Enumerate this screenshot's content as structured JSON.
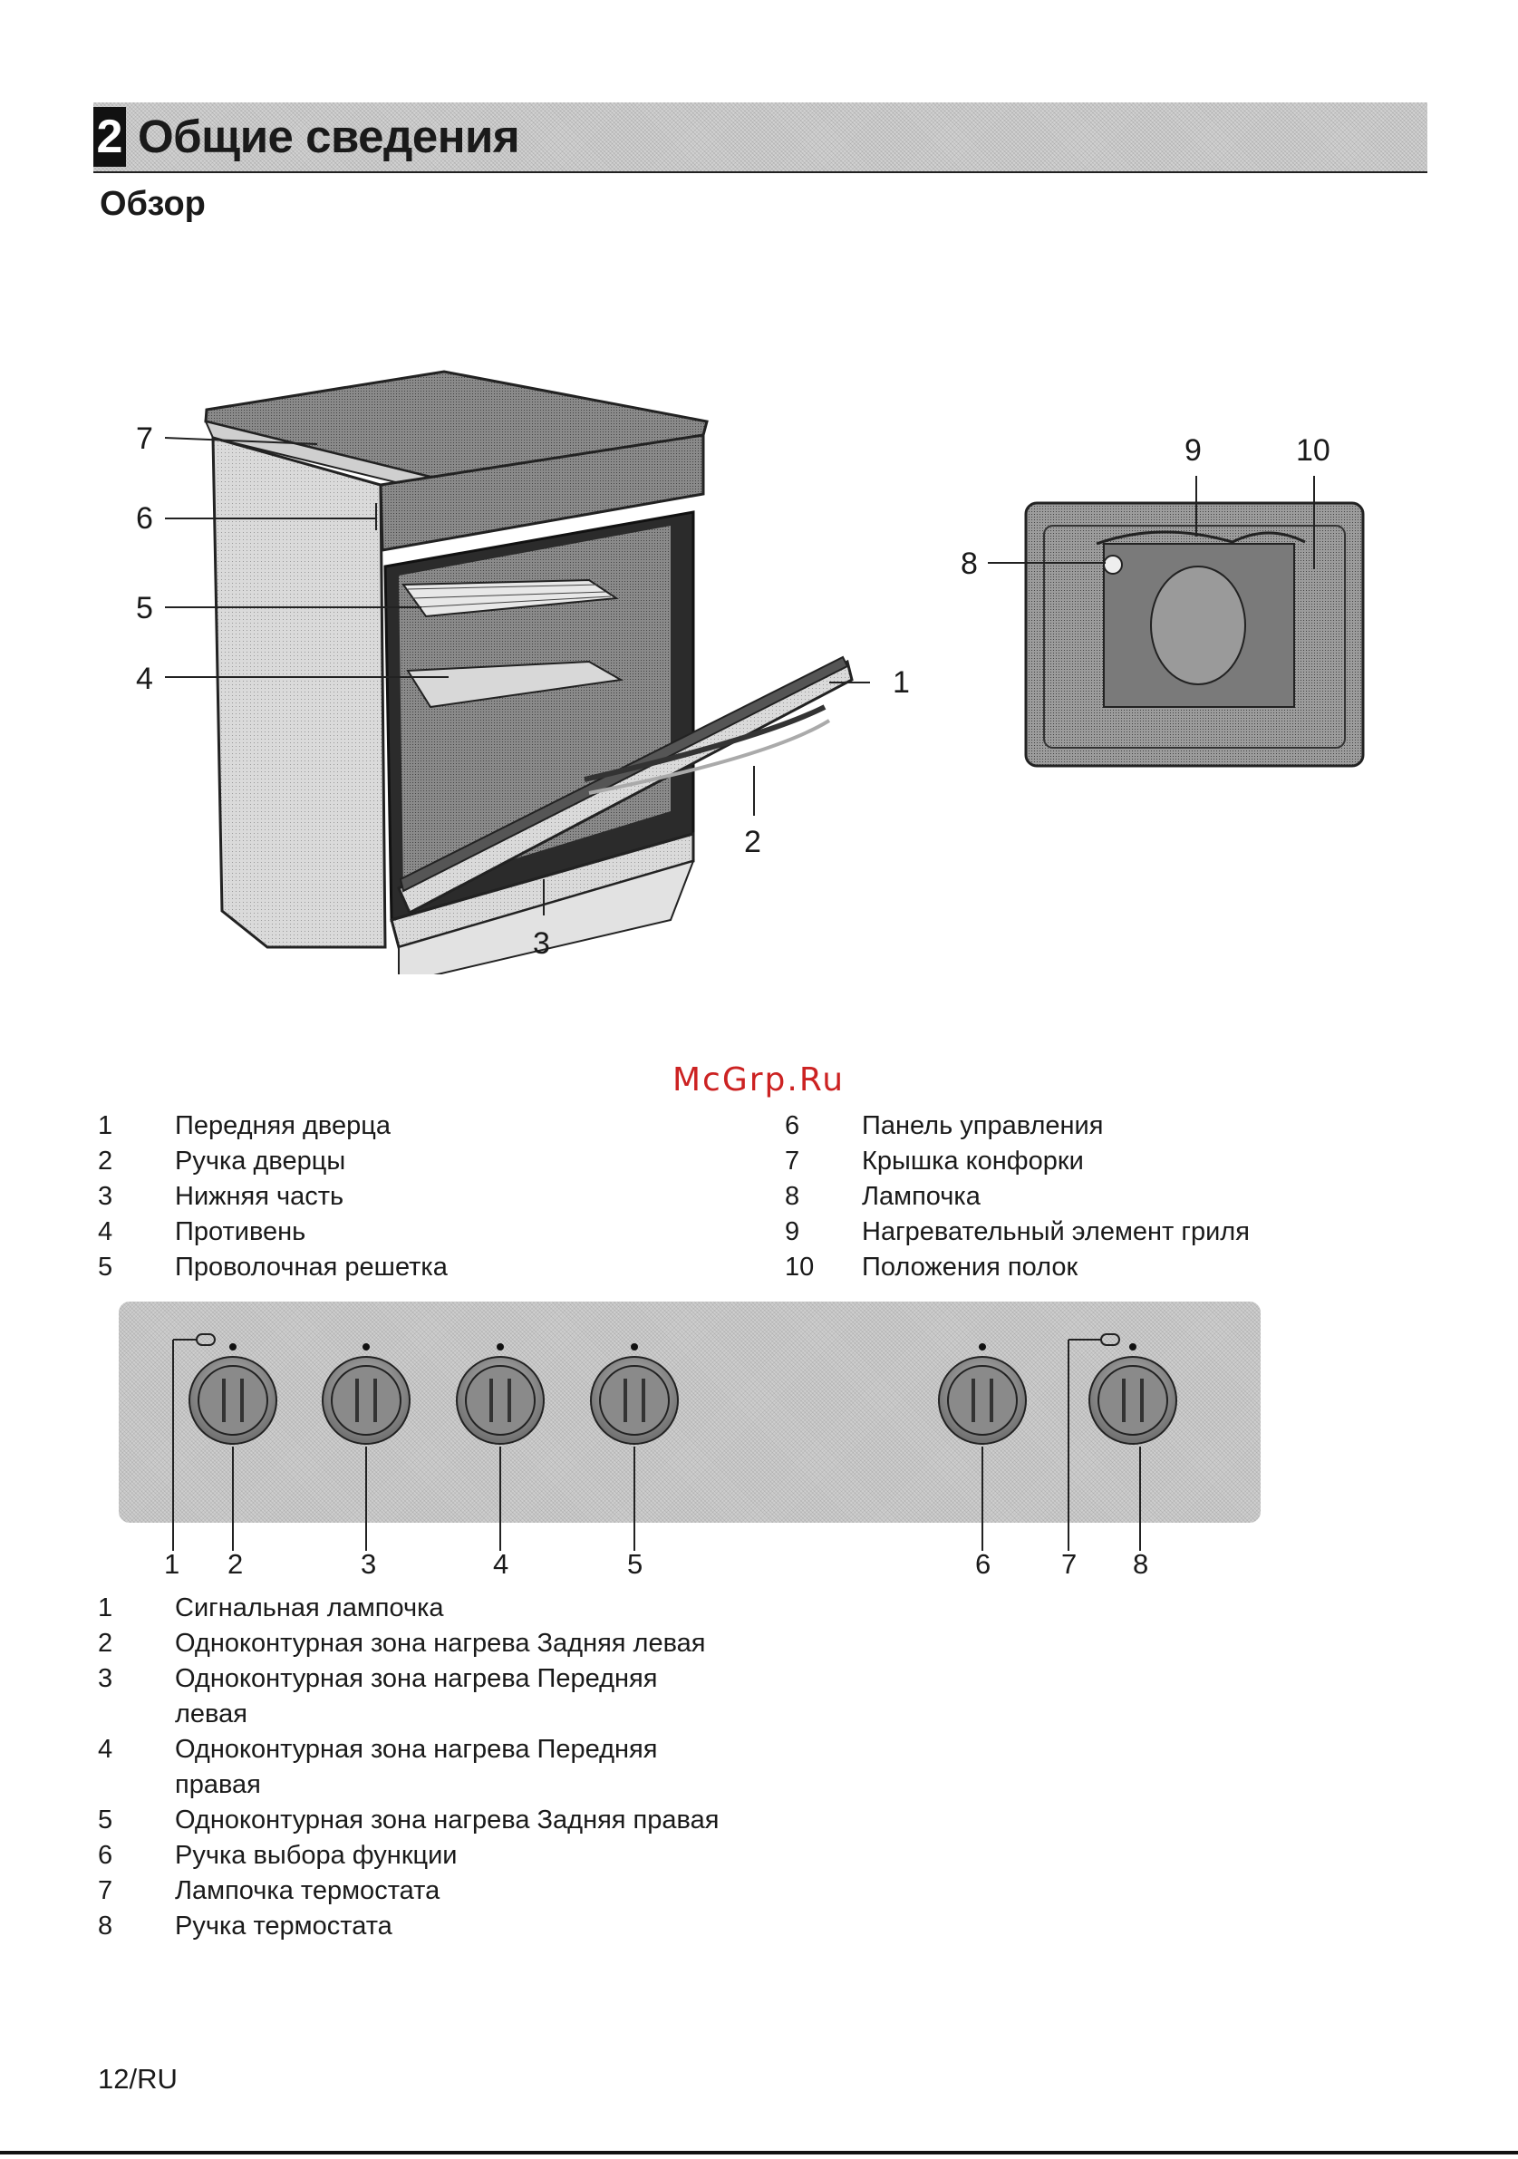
{
  "header": {
    "chapter_number": "2",
    "chapter_title": "Общие сведения"
  },
  "section_title": "Обзор",
  "oven_figure": {
    "callouts": [
      "7",
      "6",
      "5",
      "4",
      "1",
      "2",
      "3"
    ]
  },
  "grill_figure": {
    "callouts": [
      "9",
      "10",
      "8"
    ]
  },
  "watermark": "McGrp.Ru",
  "overview_legend": [
    {
      "num": "1",
      "text": "Передняя дверца"
    },
    {
      "num": "2",
      "text": "Ручка дверцы"
    },
    {
      "num": "3",
      "text": "Нижняя часть"
    },
    {
      "num": "4",
      "text": "Противень"
    },
    {
      "num": "5",
      "text": "Проволочная решетка"
    },
    {
      "num": "6",
      "text": "Панель управления"
    },
    {
      "num": "7",
      "text": "Крышка конфорки"
    },
    {
      "num": "8",
      "text": "Лампочка"
    },
    {
      "num": "9",
      "text": "Нагревательный элемент гриля"
    },
    {
      "num": "10",
      "text": "Положения полок"
    }
  ],
  "control_panel": {
    "callouts": [
      "1",
      "2",
      "3",
      "4",
      "5",
      "6",
      "7",
      "8"
    ]
  },
  "control_legend": [
    {
      "num": "1",
      "lines": [
        "Сигнальная лампочка"
      ]
    },
    {
      "num": "2",
      "lines": [
        "Одноконтурная зона нагрева Задняя левая"
      ]
    },
    {
      "num": "3",
      "lines": [
        "Одноконтурная зона нагрева Передняя",
        "левая"
      ]
    },
    {
      "num": "4",
      "lines": [
        "Одноконтурная зона нагрева Передняя",
        "правая"
      ]
    },
    {
      "num": "5",
      "lines": [
        "Одноконтурная зона нагрева Задняя правая"
      ]
    },
    {
      "num": "6",
      "lines": [
        "Ручка выбора функции"
      ]
    },
    {
      "num": "7",
      "lines": [
        "Лампочка термостата"
      ]
    },
    {
      "num": "8",
      "lines": [
        "Ручка термостата"
      ]
    }
  ],
  "footer": {
    "page_label": "12/RU"
  }
}
